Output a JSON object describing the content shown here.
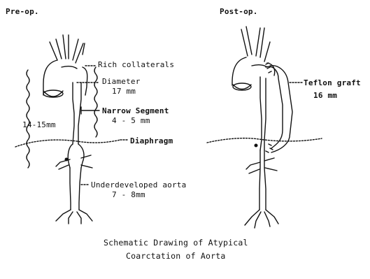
{
  "panels": {
    "pre": {
      "title": "Pre-op.",
      "labels": {
        "collateral": "Rich collaterals",
        "diameter": "Diameter",
        "diameter_value": "17 mm",
        "narrow": "Narrow Segment",
        "narrow_value": "4 - 5 mm",
        "left_size": "14-15mm",
        "diaphragm": "Diaphragm",
        "underdeveloped": "Underdeveloped aorta",
        "underdeveloped_value": "7 - 8mm"
      }
    },
    "post": {
      "title": "Post-op.",
      "labels": {
        "graft": "Teflon graft",
        "graft_value": "16 mm"
      }
    }
  },
  "caption": {
    "line1": "Schematic Drawing of Atypical",
    "line2": "Coarctation of Aorta"
  }
}
